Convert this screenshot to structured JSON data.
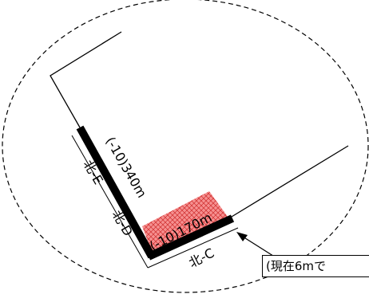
{
  "diagram": {
    "labels": {
      "north_e": "北-E",
      "north_d": "北-D",
      "north_c": "北-C",
      "segment_left": "(-10)340m",
      "segment_right": "(-10)170m"
    },
    "callout": {
      "text": "(現在6mで"
    },
    "colors": {
      "hatch_fill": "#f06a6a",
      "hatch_line": "#d22020",
      "wall": "#000000",
      "boundary": "#000000"
    }
  }
}
